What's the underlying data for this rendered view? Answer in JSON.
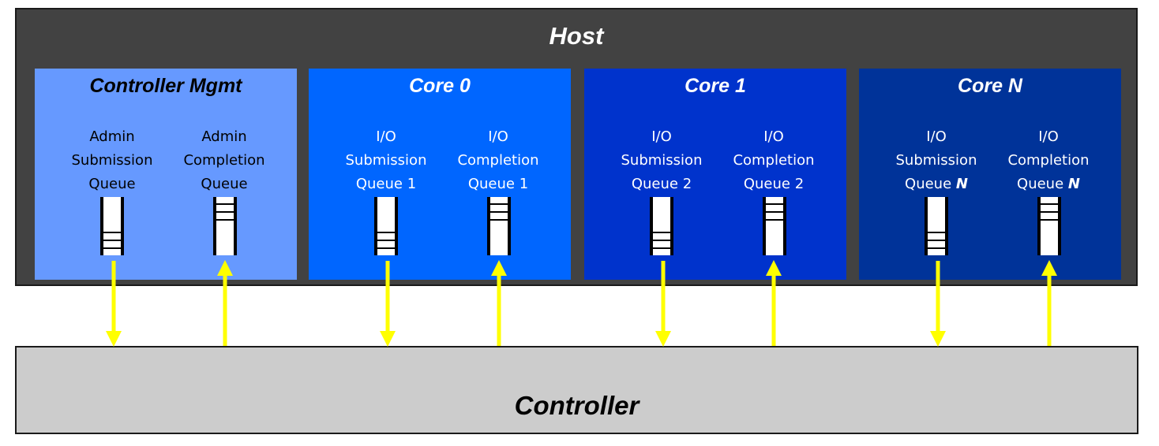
{
  "host": {
    "title": "Host"
  },
  "controller": {
    "title": "Controller"
  },
  "colors": {
    "host_bg": "#424242",
    "controller_bg": "#cccccc",
    "arrow": "#ffff00",
    "mgmt": "#6699ff",
    "core0": "#0066ff",
    "core1": "#0033cc",
    "coreN": "#003399"
  },
  "groups": [
    {
      "title": "Controller Mgmt",
      "submission": {
        "lines": [
          "Admin",
          "Submission",
          "Queue"
        ]
      },
      "completion": {
        "lines": [
          "Admin",
          "Completion",
          "Queue"
        ]
      }
    },
    {
      "title": "Core 0",
      "submission": {
        "lines": [
          "I/O",
          "Submission",
          "Queue 1"
        ]
      },
      "completion": {
        "lines": [
          "I/O",
          "Completion",
          "Queue 1"
        ]
      }
    },
    {
      "title": "Core 1",
      "submission": {
        "lines": [
          "I/O",
          "Submission",
          "Queue 2"
        ]
      },
      "completion": {
        "lines": [
          "I/O",
          "Completion",
          "Queue 2"
        ]
      }
    },
    {
      "title": "Core N",
      "submission": {
        "lines": [
          "I/O",
          "Submission",
          "Queue "
        ],
        "italic_suffix": "N"
      },
      "completion": {
        "lines": [
          "I/O",
          "Completion",
          "Queue "
        ],
        "italic_suffix": "N"
      }
    }
  ]
}
